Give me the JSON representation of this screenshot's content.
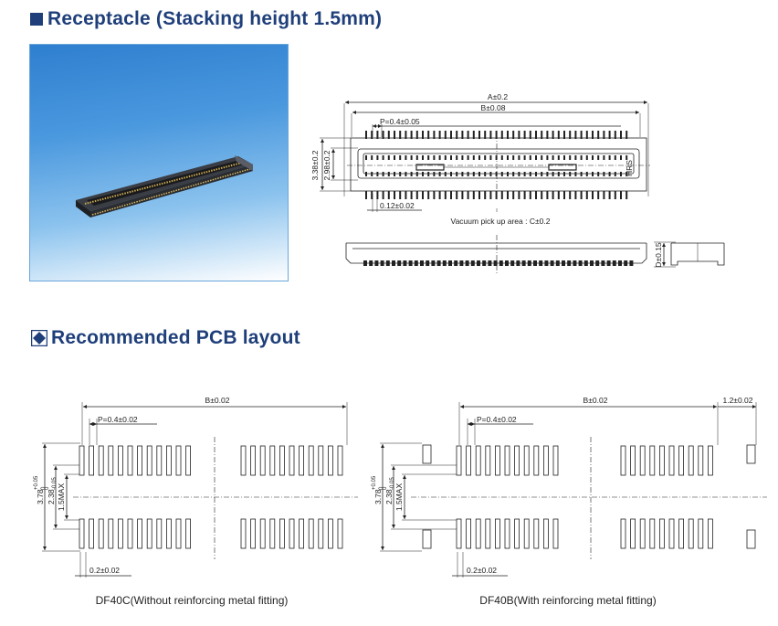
{
  "receptacle": {
    "title": "Receptacle (Stacking height 1.5mm)",
    "dims": {
      "a": "A±0.2",
      "b": "B±0.08",
      "pitch": "P=0.4±0.05",
      "height_outer": "3.38±0.2",
      "height_inner": "2.98±0.2",
      "terminal": "0.12±0.02",
      "vacuum": "Vacuum pick up area : C±0.2",
      "d": "D±0.15"
    }
  },
  "pcb": {
    "title": "Recommended PCB layout",
    "left": {
      "b": "B±0.02",
      "pitch": "P=0.4±0.02",
      "h1": "3.78",
      "h1_tol_upper": "+0.05",
      "h1_tol_lower": "0",
      "h2": "2.38",
      "h2_tol_upper": "0",
      "h2_tol_lower": "-0.05",
      "h3": "1.5MAX",
      "pad": "0.2±0.02",
      "caption": "DF40C(Without reinforcing metal fitting)"
    },
    "right": {
      "b": "B±0.02",
      "fit": "1.2±0.02",
      "pitch": "P=0.4±0.02",
      "h1": "3.78",
      "h1_tol_upper": "+0.05",
      "h1_tol_lower": "0",
      "h2": "2.38",
      "h2_tol_upper": "0",
      "h2_tol_lower": "-0.05",
      "h3": "1.5MAX",
      "pad": "0.2±0.02",
      "caption": "DF40B(With reinforcing metal fitting)"
    }
  },
  "colors": {
    "title": "#1f3f7a",
    "photo_top": "#2f7fd0",
    "photo_bottom": "#ffffff",
    "line": "#222222"
  }
}
